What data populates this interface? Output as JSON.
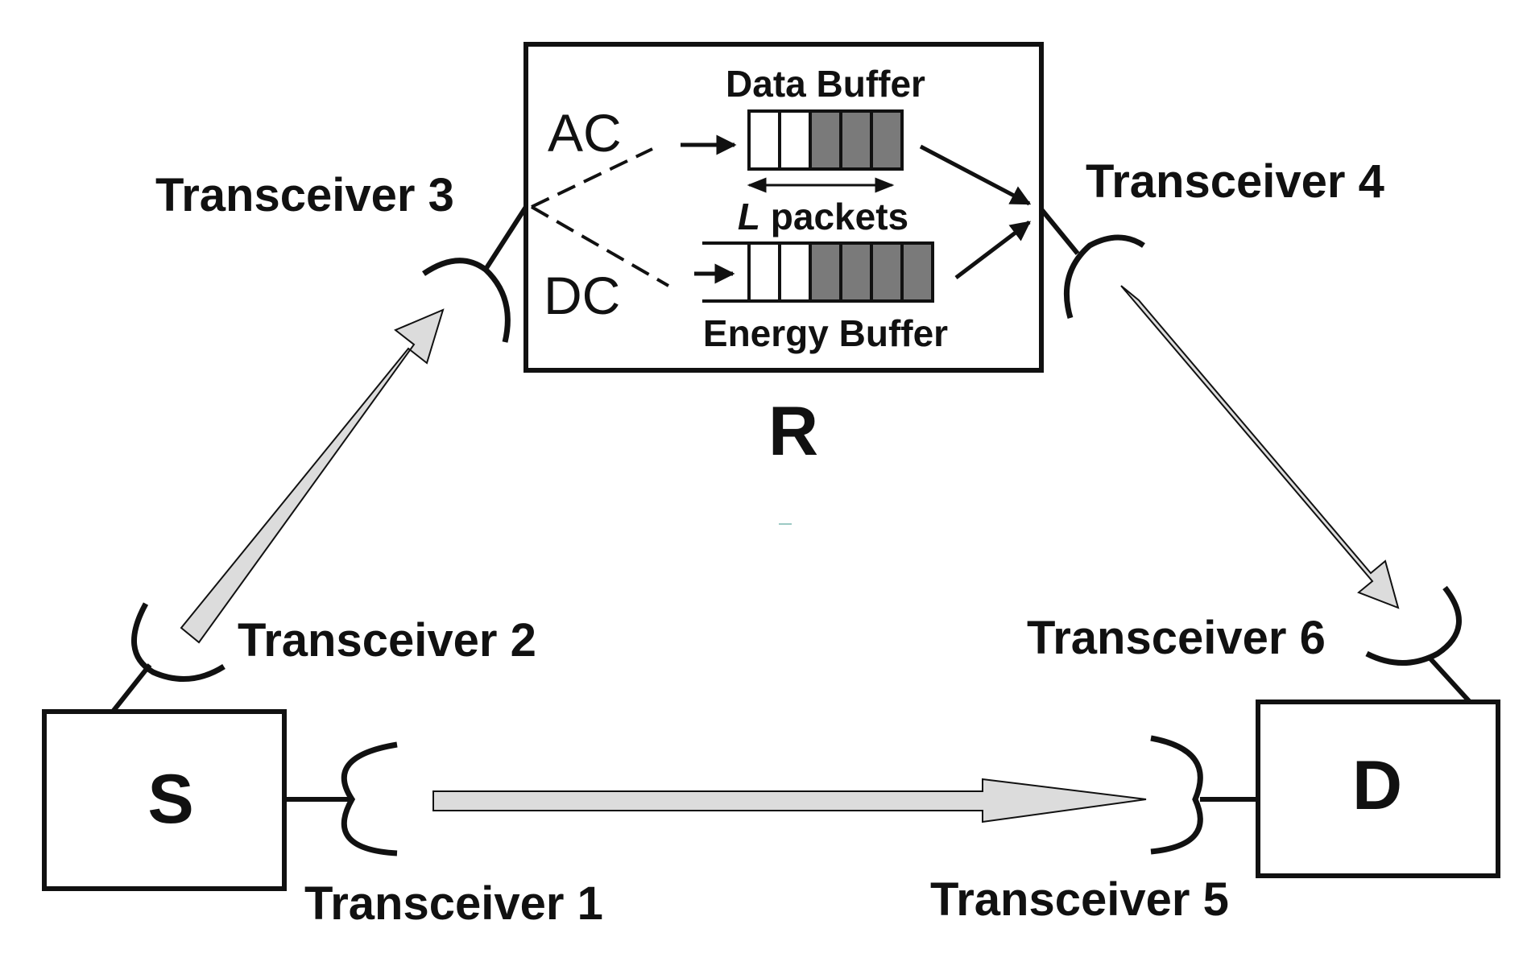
{
  "nodes": {
    "source": "S",
    "relay": "R",
    "destination": "D"
  },
  "transceivers": {
    "t1": "Transceiver 1",
    "t2": "Transceiver 2",
    "t3": "Transceiver 3",
    "t4": "Transceiver 4",
    "t5": "Transceiver 5",
    "t6": "Transceiver 6"
  },
  "relay_box": {
    "data_buffer": "Data Buffer",
    "energy_buffer": "Energy Buffer",
    "ac": "AC",
    "dc": "DC",
    "L": "L",
    "packets": " packets"
  },
  "colors": {
    "stroke": "#111111",
    "arrow_fill": "#dcdcdc",
    "buffer_filled": "#7a7a7a",
    "buffer_empty": "#ffffff"
  }
}
